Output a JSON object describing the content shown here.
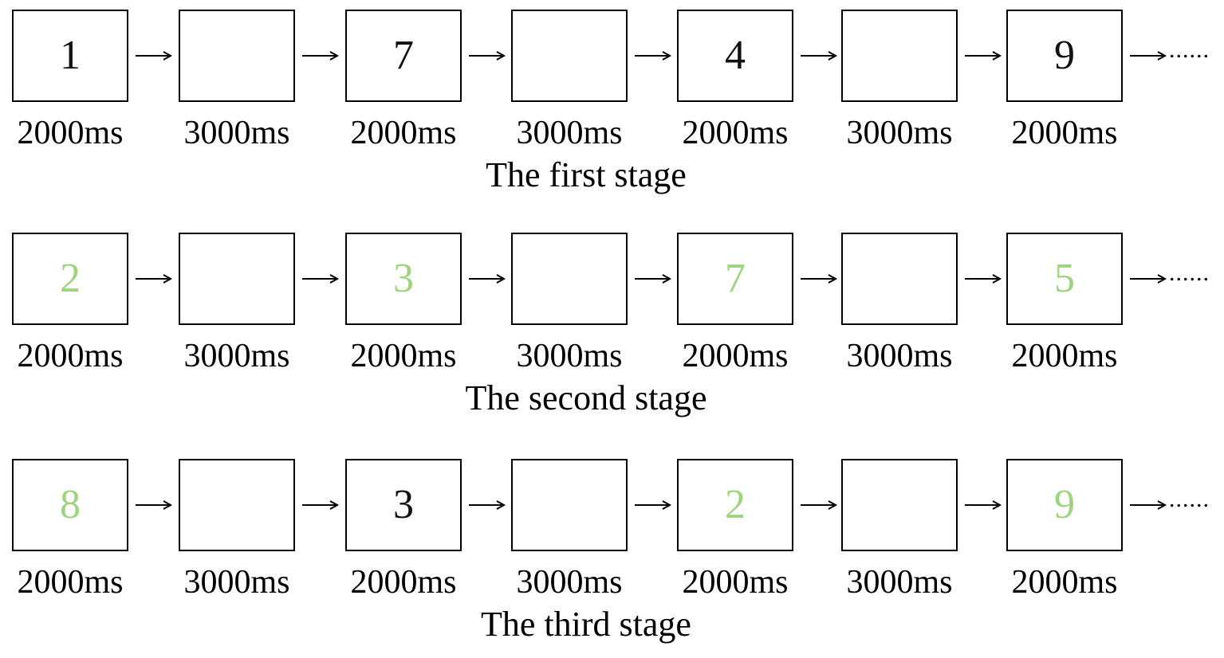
{
  "colors": {
    "default": "#111111",
    "green": "#9ed47f"
  },
  "icons": {
    "arrow": "right-arrow-icon"
  },
  "continuation": "......",
  "stages": [
    {
      "title": "The first stage",
      "frames": [
        {
          "digit": "1",
          "color": "default",
          "duration": "2000ms"
        },
        {
          "digit": "",
          "color": "default",
          "duration": "3000ms"
        },
        {
          "digit": "7",
          "color": "default",
          "duration": "2000ms"
        },
        {
          "digit": "",
          "color": "default",
          "duration": "3000ms"
        },
        {
          "digit": "4",
          "color": "default",
          "duration": "2000ms"
        },
        {
          "digit": "",
          "color": "default",
          "duration": "3000ms"
        },
        {
          "digit": "9",
          "color": "default",
          "duration": "2000ms"
        }
      ]
    },
    {
      "title": "The second stage",
      "frames": [
        {
          "digit": "2",
          "color": "green",
          "duration": "2000ms"
        },
        {
          "digit": "",
          "color": "default",
          "duration": "3000ms"
        },
        {
          "digit": "3",
          "color": "green",
          "duration": "2000ms"
        },
        {
          "digit": "",
          "color": "default",
          "duration": "3000ms"
        },
        {
          "digit": "7",
          "color": "green",
          "duration": "2000ms"
        },
        {
          "digit": "",
          "color": "default",
          "duration": "3000ms"
        },
        {
          "digit": "5",
          "color": "green",
          "duration": "2000ms"
        }
      ]
    },
    {
      "title": "The third stage",
      "frames": [
        {
          "digit": "8",
          "color": "green",
          "duration": "2000ms"
        },
        {
          "digit": "",
          "color": "default",
          "duration": "3000ms"
        },
        {
          "digit": "3",
          "color": "default",
          "duration": "2000ms"
        },
        {
          "digit": "",
          "color": "default",
          "duration": "3000ms"
        },
        {
          "digit": "2",
          "color": "green",
          "duration": "2000ms"
        },
        {
          "digit": "",
          "color": "default",
          "duration": "3000ms"
        },
        {
          "digit": "9",
          "color": "green",
          "duration": "2000ms"
        }
      ]
    }
  ]
}
